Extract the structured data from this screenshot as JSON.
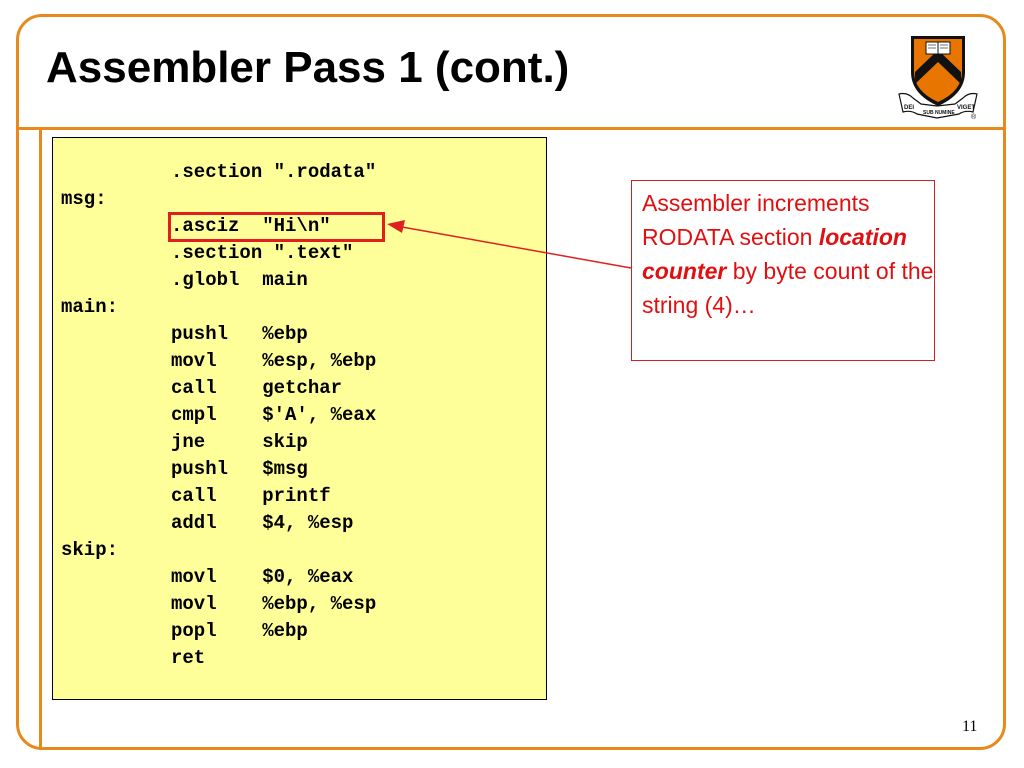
{
  "slide": {
    "title": "Assembler Pass 1 (cont.)",
    "page_number": "11"
  },
  "logo": {
    "motto_left": "DEI",
    "motto_center": "SUB NUMINE",
    "motto_right": "VIGET",
    "registered": "®"
  },
  "code": {
    "lines": [
      ".section \".rodata\"",
      "msg:",
      ".asciz  \"Hi\\n\"",
      ".section \".text\"",
      ".globl  main",
      "main:",
      "pushl   %ebp",
      "movl    %esp, %ebp",
      "call    getchar",
      "cmpl    $'A', %eax",
      "jne     skip",
      "pushl   $msg",
      "call    printf",
      "addl    $4, %esp",
      "skip:",
      "movl    $0, %eax",
      "movl    %ebp, %esp",
      "popl    %ebp",
      "ret"
    ],
    "highlighted_line": 2
  },
  "callout": {
    "text_1": "Assembler increments RODATA section ",
    "emphasis": "location counter",
    "text_2": " by byte count of the string (4)…"
  },
  "colors": {
    "frame": "#e8891c",
    "code_background": "#ffff99",
    "highlight": "#e02020",
    "callout_text": "#e01010",
    "shield_orange": "#e77500",
    "shield_black": "#111111"
  },
  "icons": {
    "logo": "princeton-shield-icon",
    "pointer": "arrow-icon"
  }
}
